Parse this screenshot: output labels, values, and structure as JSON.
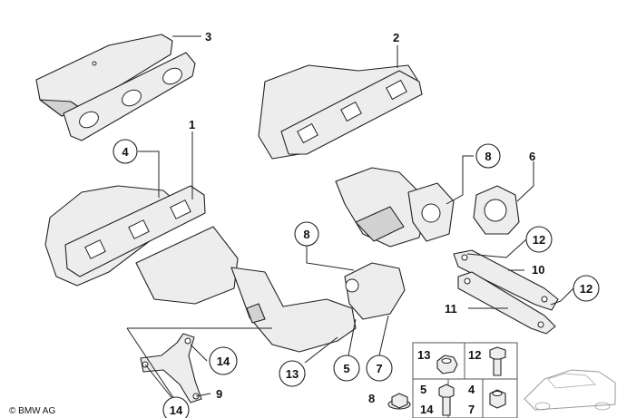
{
  "diagram": {
    "copyright": "© BMW AG",
    "callouts": {
      "c1": "1",
      "c2": "2",
      "c3": "3",
      "c4": "4",
      "c5": "5",
      "c6": "6",
      "c7": "7",
      "c8a": "8",
      "c8b": "8",
      "c9": "9",
      "c10": "10",
      "c11": "11",
      "c12a": "12",
      "c12b": "12",
      "c13": "13",
      "c14a": "14",
      "c14b": "14"
    },
    "parts_grid": {
      "r1c1": "13",
      "r1c2": "12",
      "r2c1": "8",
      "r2c2a": "5",
      "r2c2b": "14",
      "r2c3a": "4",
      "r2c3b": "7"
    }
  }
}
